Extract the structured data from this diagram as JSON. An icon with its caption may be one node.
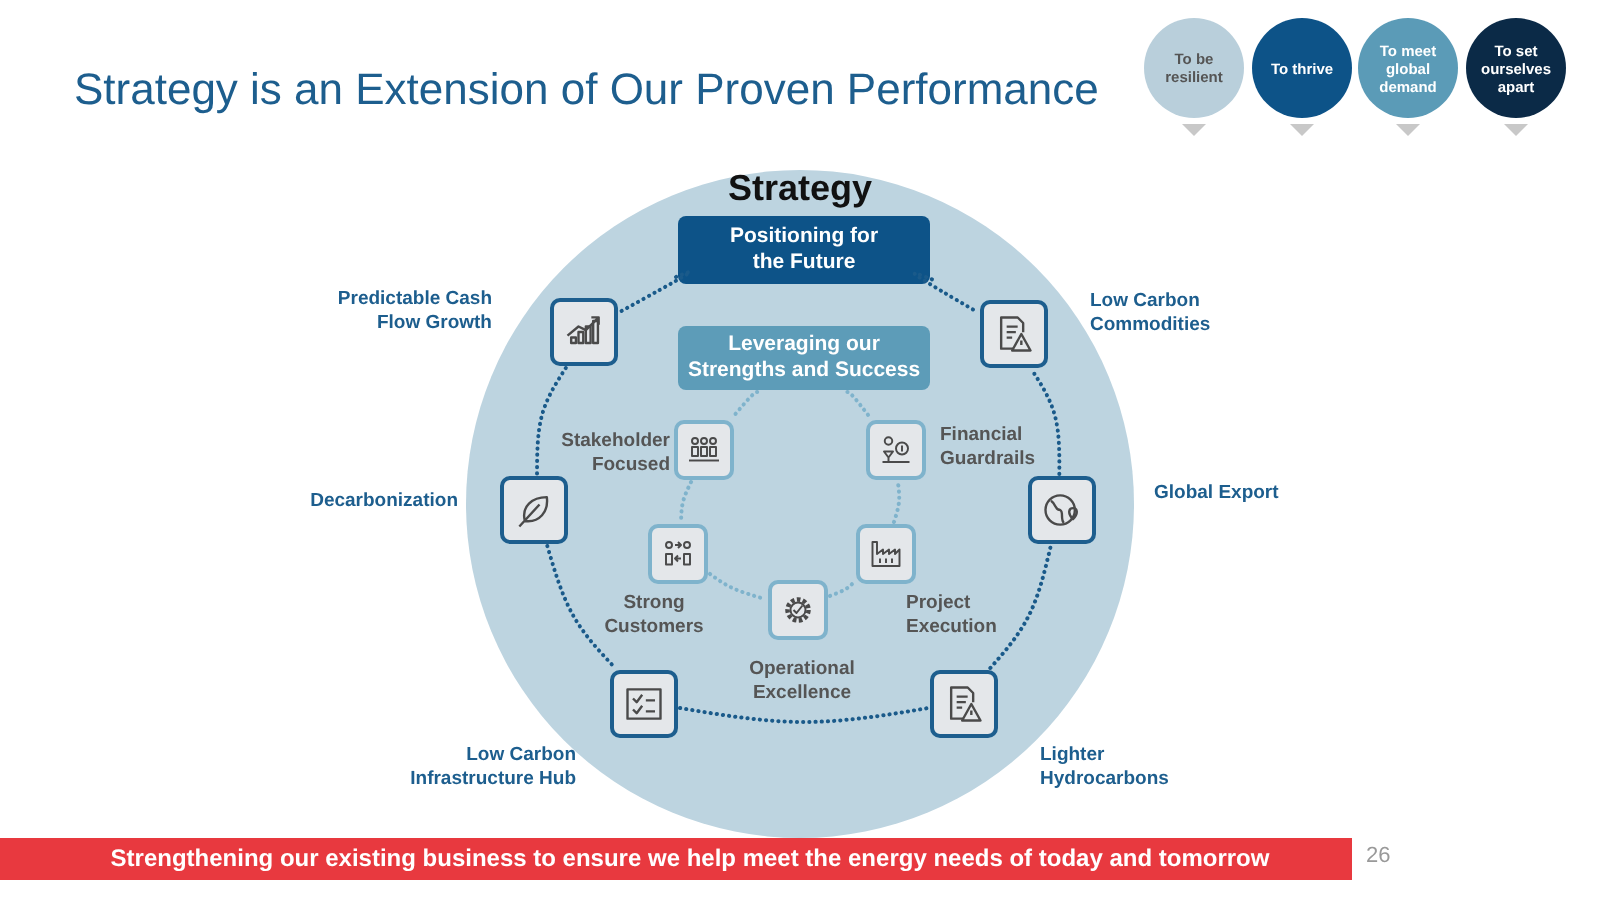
{
  "diagram": {
    "title": "Strategy is an Extension of Our Proven Performance",
    "nodes": [
      {
        "text": [
          "To be resilient"
        ]
      },
      {
        "text": [
          "To thrive"
        ]
      },
      {
        "text": [
          "To meet global demand"
        ]
      },
      {
        "text": [
          "To set ourselves apart"
        ]
      },
      {
        "text": [
          "Strategy"
        ]
      },
      {
        "text": [
          "Positioning for the Future"
        ],
        "in": 4
      },
      {
        "text": [],
        "shape": "box",
        "beside": [
          "Predictable Cash Flow Growth"
        ],
        "in": 4
      },
      {
        "text": [],
        "shape": "box",
        "beside": [
          "Low Carbon Commodities"
        ],
        "in": 4
      },
      {
        "text": [
          "Leveraging our Strengths and Success"
        ],
        "in": 4
      },
      {
        "text": [],
        "shape": "box",
        "beside": [
          "Stakeholder Focused"
        ],
        "in": 4
      },
      {
        "text": [],
        "shape": "box",
        "beside": [
          "Financial Guardrails"
        ],
        "in": 4
      },
      {
        "text": [],
        "shape": "box",
        "beside": [
          "Decarbonization"
        ],
        "in": 4
      },
      {
        "text": [],
        "shape": "box",
        "beside": [
          "Global Export"
        ],
        "in": 4
      },
      {
        "text": [],
        "shape": "box",
        "beside": [
          "Strong Customers"
        ],
        "in": 4
      },
      {
        "text": [],
        "shape": "box",
        "beside": [
          "Project Execution"
        ],
        "in": 4
      },
      {
        "text": [],
        "shape": "box",
        "beside": [
          "Operational Excellence"
        ],
        "in": 4
      },
      {
        "text": [],
        "shape": "box",
        "beside": [
          "Low Carbon Infrastructure Hub"
        ],
        "in": 4
      },
      {
        "text": [],
        "shape": "box",
        "beside": [
          "Lighter Hydrocarbons"
        ],
        "in": 4
      }
    ],
    "edges": [
      {
        "from": 5,
        "to": 6,
        "arrow": "none"
      },
      {
        "from": 5,
        "to": 7,
        "arrow": "none"
      },
      {
        "from": 6,
        "to": 11,
        "arrow": "none"
      },
      {
        "from": 11,
        "to": 16,
        "arrow": "none"
      },
      {
        "from": 16,
        "to": 17,
        "arrow": "none"
      },
      {
        "from": 17,
        "to": 12,
        "arrow": "none"
      },
      {
        "from": 12,
        "to": 7,
        "arrow": "none"
      },
      {
        "from": 8,
        "to": 9,
        "arrow": "none",
        "color": "#7fb3cc"
      },
      {
        "from": 8,
        "to": 10,
        "arrow": "none",
        "color": "#7fb3cc"
      },
      {
        "from": 9,
        "to": 13,
        "arrow": "none",
        "color": "#7fb3cc"
      },
      {
        "from": 13,
        "to": 15,
        "arrow": "none",
        "color": "#7fb3cc"
      },
      {
        "from": 15,
        "to": 14,
        "arrow": "none",
        "color": "#7fb3cc"
      },
      {
        "from": 14,
        "to": 10,
        "arrow": "none",
        "color": "#7fb3cc"
      }
    ],
    "labels": [
      "Strengthening our existing business to ensure we help meet the energy needs of today and tomorrow",
      "26"
    ]
  }
}
